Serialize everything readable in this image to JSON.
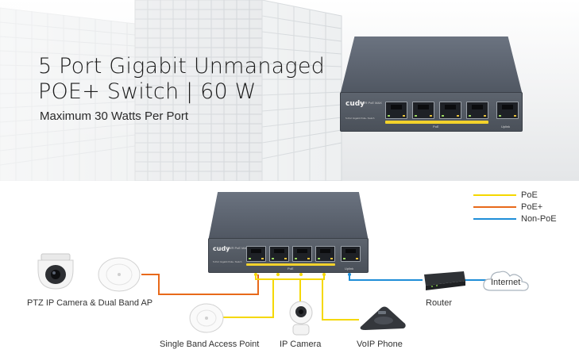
{
  "hero": {
    "title_line1": "5 Port Gigabit Unmanaged",
    "title_line2": "POE+ Switch | 60 W",
    "subtitle": "Maximum 30 Watts Per Port"
  },
  "switch": {
    "brand": "cudy",
    "poe_band_label": "PoE",
    "uplink_label": "Uplink",
    "led_labels": "PWR  PoE MAX",
    "model_text": "5-Port Gigabit PoE+ Switch",
    "port_count": 5,
    "poe_port_count": 4
  },
  "legend": [
    {
      "label": "PoE",
      "color": "#f5d800"
    },
    {
      "label": "PoE+",
      "color": "#e8691a"
    },
    {
      "label": "Non-PoE",
      "color": "#1f8ed8"
    }
  ],
  "devices": {
    "ptz_label": "PTZ IP Camera & Dual Band AP",
    "single_ap_label": "Single Band Access Point",
    "ip_camera_label": "IP Camera",
    "voip_label": "VoIP Phone",
    "router_label": "Router",
    "internet_label": "Internet"
  },
  "colors": {
    "poe": "#f5d800",
    "poe_plus": "#e8691a",
    "non_poe": "#1f8ed8",
    "switch_body": "#4f5661"
  }
}
